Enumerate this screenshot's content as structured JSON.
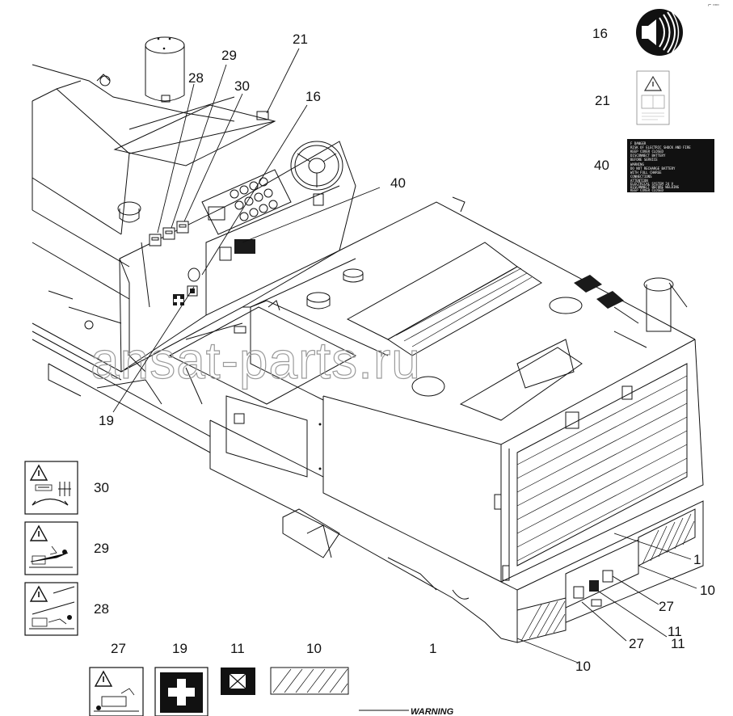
{
  "corner_mark": "⌐ ▫▫▫",
  "watermark": "ansat-parts.ru",
  "callouts": {
    "c28": "28",
    "c29": "29",
    "c30": "30",
    "c21": "21",
    "c16": "16",
    "c40": "40",
    "c19": "19",
    "c1": "1",
    "c10a": "10",
    "c27a": "27",
    "c11a": "11",
    "c27b": "27",
    "c11b": "11",
    "c10b": "10"
  },
  "legend_right": {
    "item16": "16",
    "item21": "21",
    "item40": "40"
  },
  "legend_left": {
    "item30": "30",
    "item29": "29",
    "item28": "28"
  },
  "legend_bottom": {
    "item27": "27",
    "item19": "19",
    "item11": "11",
    "item10": "10",
    "item1": "1"
  },
  "decal_40_lines": [
    "F  DANGER",
    "RISK OF ELECTRIC SHOCK AND FIRE",
    "KEEP COVER CLOSED",
    "DISCONNECT BATTERY",
    "BEFORE SERVICE",
    "WARNING",
    "DO NOT RECHARGE BATTERY",
    "WITH FULL CHARGE",
    "CONNECTIONS",
    "ATTENTION",
    "ELECTRICAL SYSTEM 24 V",
    "DISCONNECT BEFORE WELDING",
    "KEEP COVER CLOSED"
  ],
  "bottom_label": "WARNING"
}
